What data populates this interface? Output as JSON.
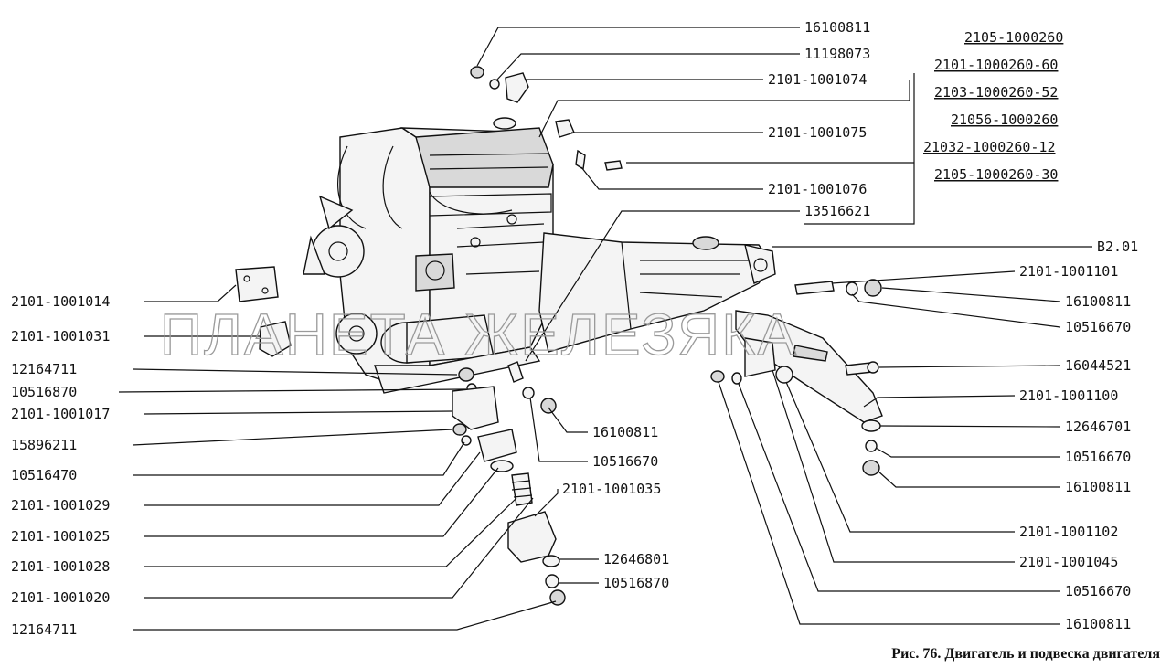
{
  "diagram": {
    "watermark": "ПЛАНЕТА ЖЕЛЕЗЯКА",
    "caption": "Рис. 76. Двигатель и подвеска двигателя",
    "variants": [
      "2105-1000260",
      "2101-1000260-60",
      "2103-1000260-52",
      "21056-1000260",
      "21032-1000260-12",
      "2105-1000260-30"
    ],
    "labels_top": [
      "16100811",
      "11198073",
      "2101-1001074",
      "2101-1001075",
      "2101-1001076",
      "13516621"
    ],
    "labels_left": [
      "2101-1001014",
      "2101-1001031",
      "12164711",
      "10516870",
      "2101-1001017",
      "15896211",
      "10516470",
      "2101-1001029",
      "2101-1001025",
      "2101-1001028",
      "2101-1001020",
      "12164711"
    ],
    "labels_center": [
      "16100811",
      "10516670",
      "2101-1001035",
      "12646801",
      "10516870"
    ],
    "labels_right": [
      "B2.01",
      "2101-1001101",
      "16100811",
      "10516670",
      "16044521",
      "2101-1001100",
      "12646701",
      "10516670",
      "16100811",
      "2101-1001102",
      "2101-1001045",
      "10516670",
      "16100811"
    ]
  }
}
